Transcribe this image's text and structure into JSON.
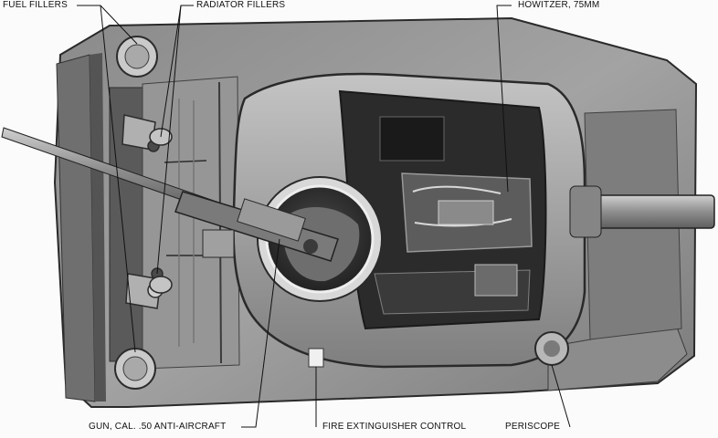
{
  "labels": {
    "fuel_fillers": "FUEL FILLERS",
    "radiator_fillers": "RADIATOR FILLERS",
    "howitzer": "HOWITZER, 75MM",
    "gun": "GUN, CAL. .50 ANTI-AIRCRAFT",
    "fire_extinguisher": "FIRE EXTINGUISHER CONTROL",
    "periscope": "PERISCOPE"
  }
}
